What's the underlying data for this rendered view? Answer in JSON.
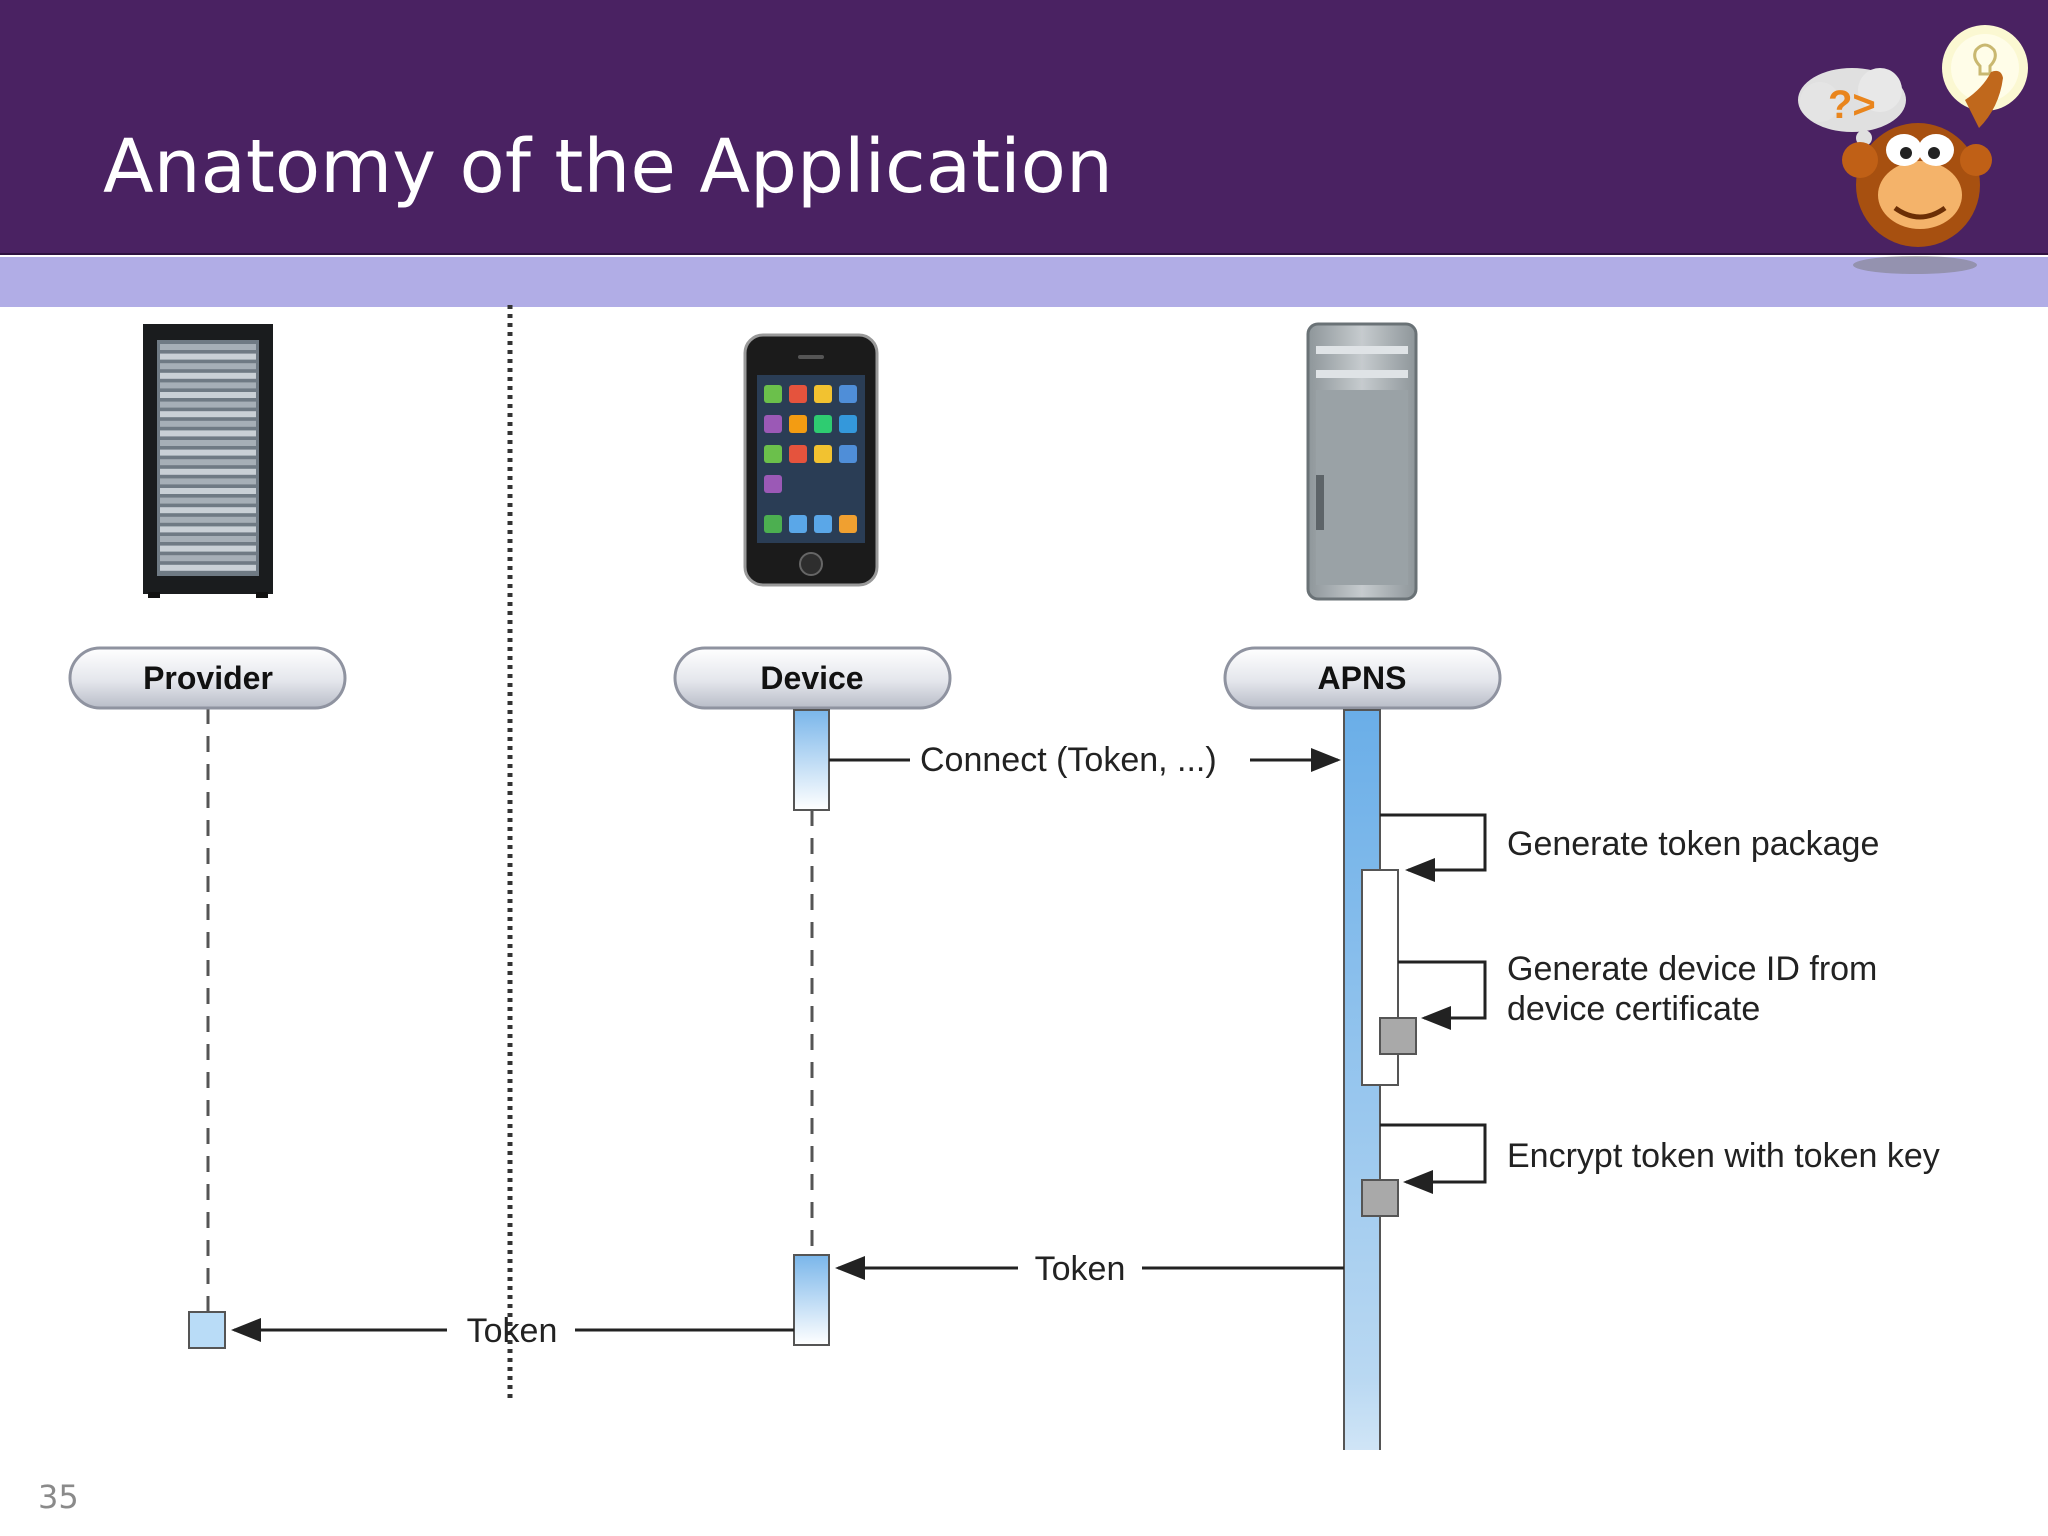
{
  "slide": {
    "title": "Anatomy of the Application",
    "page_number": "35",
    "colors": {
      "header": "#4a2262",
      "subbar": "#b1ade6",
      "lifeline_active": "#7ab6ea"
    }
  },
  "mascot": {
    "icon": "thinking-monkey-icon",
    "thought_text": "?>"
  },
  "actors": [
    {
      "label": "Provider",
      "icon": "server-rack-icon"
    },
    {
      "label": "Device",
      "icon": "iphone-icon"
    },
    {
      "label": "APNS",
      "icon": "tower-server-icon"
    }
  ],
  "messages": [
    {
      "label": "Connect (Token, ...)"
    },
    {
      "label": "Token"
    },
    {
      "label": "Token"
    }
  ],
  "self_calls": [
    {
      "label_lines": [
        "Generate token package"
      ]
    },
    {
      "label_lines": [
        "Generate device ID from",
        "device certificate"
      ]
    },
    {
      "label_lines": [
        "Encrypt token with token key"
      ]
    }
  ]
}
